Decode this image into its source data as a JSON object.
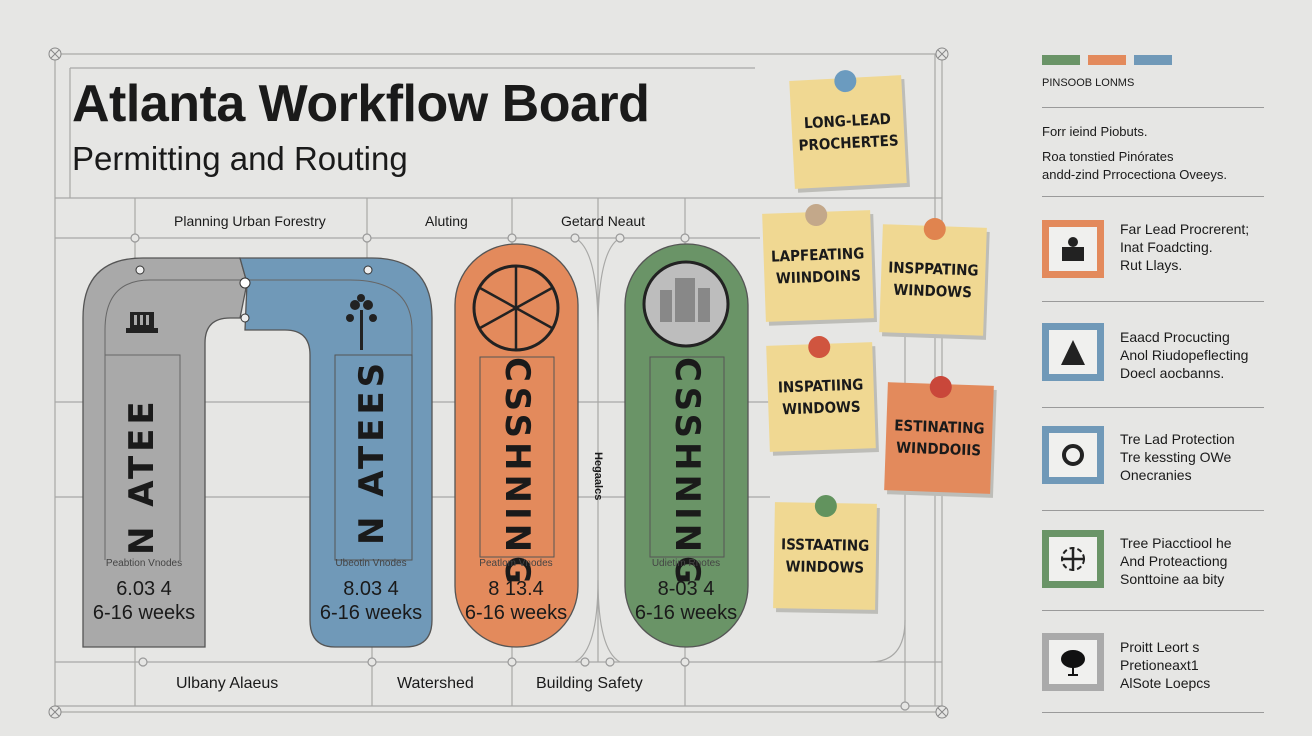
{
  "header": {
    "title": "Atlanta Workflow Board",
    "subtitle": "Permitting and Routing"
  },
  "columns": {
    "top": [
      "Planning Urban Forestry",
      "Aluting",
      "Getard Neaut"
    ],
    "bottom": [
      "Ulbany Alaeus",
      "Watershed",
      "Building Safety"
    ],
    "middle_vertical": "Hegaalcs"
  },
  "pillars": [
    {
      "vertical": "N ATEE",
      "sub": "Peabtion Vnodes",
      "value": "6.03 4",
      "duration": "6-16 weeks",
      "color": "#a9a9a9",
      "icon": "building-icon"
    },
    {
      "vertical": "N ATEES",
      "sub": "Ubeotin Vnodes",
      "value": "8.03 4",
      "duration": "6-16 weeks",
      "color": "#7099b8",
      "icon": "tree-icon"
    },
    {
      "vertical": "CSSHNING",
      "sub": "Peatlom Vnodes",
      "value": "8 13.4",
      "duration": "6-16 weeks",
      "color": "#e38a5c",
      "icon": "map-icon"
    },
    {
      "vertical": "CSSHNING",
      "sub": "Udietim Rnotes",
      "value": "8-03 4",
      "duration": "6-16 weeks",
      "color": "#6a9467",
      "icon": "city-photo-icon"
    }
  ],
  "notes": [
    {
      "text": "LONG-LEAD PROCHERTES",
      "pin": "#6b9bbf"
    },
    {
      "text": "LAPFEATING WIINDOINS",
      "pin": "#c3a88a"
    },
    {
      "text": "INSPPATING WINDOWS",
      "pin": "#e0844f"
    },
    {
      "text": "INSPATIING WINDOWS",
      "pin": "#d0553f"
    },
    {
      "text": "ESTINATING WINDDOIIS",
      "pin": "#c9473a"
    },
    {
      "text": "ISSTAATING WINDOWS",
      "pin": "#62935e"
    }
  ],
  "legend": {
    "colors": [
      "#6a9467",
      "#e38a5c",
      "#7099b8"
    ],
    "title": "PINSOOB LONMS",
    "intro_1": "Forr ieind Piobuts.",
    "intro_2": "Roa tonstied Pinórates\nandd-zind Prrocectiona Oveeys."
  },
  "items": [
    {
      "text": "Far Lead Procrerent;\nInat Foadcting.\nRut Llays.",
      "color": "#e38a5c",
      "icon": "person-icon"
    },
    {
      "text": "Eaacd Procucting\nAnol Riudopeflecting\nDoecl aocbanns.",
      "color": "#7099b8",
      "icon": "cone-icon"
    },
    {
      "text": "Tre Lad Protection\nTre kessting OWe\nOnecranies",
      "color": "#7099b8",
      "icon": "ring-icon"
    },
    {
      "text": "Tree Piacctiool he\nAnd Proteactiong\nSonttoine aa bity",
      "color": "#6a9467",
      "icon": "compass-icon"
    },
    {
      "text": "Proitt Leort s\nPretioneaxt1\nAlSote Loepcs",
      "color": "#aaaaaa",
      "icon": "tree-icon"
    }
  ]
}
